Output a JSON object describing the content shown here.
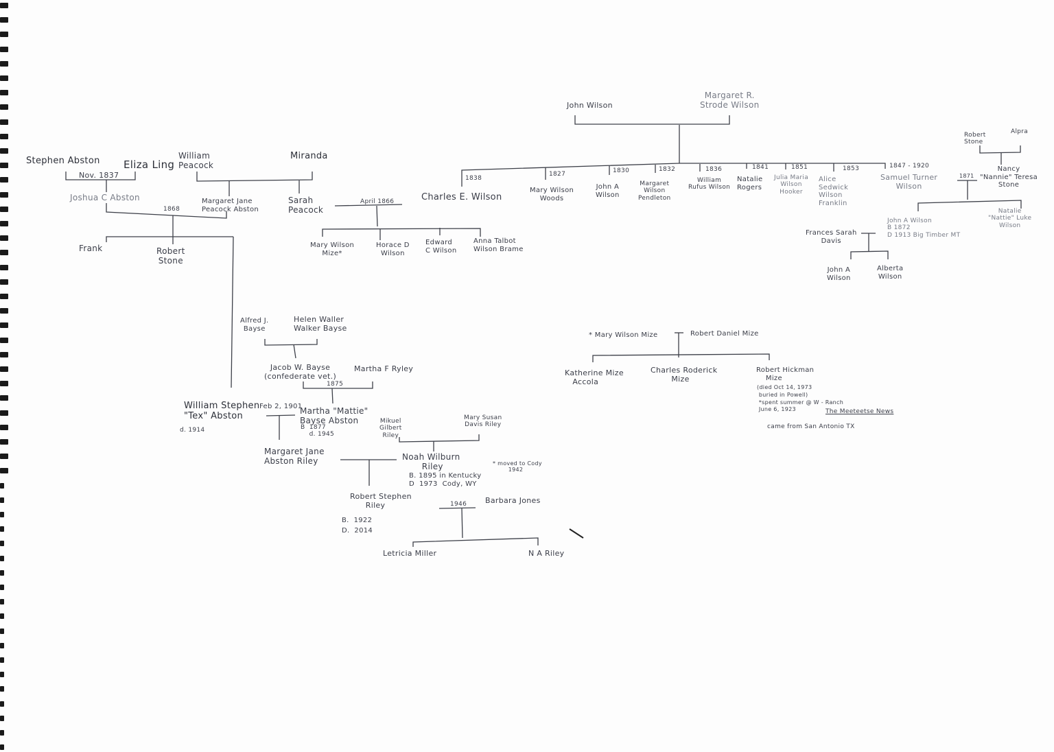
{
  "abston": {
    "stephen": "Stephen Abston",
    "nov": "Nov. 1837",
    "eliza": "Eliza Ling",
    "william_peacock": "William\nPeacock",
    "miranda": "Miranda",
    "joshua": "Joshua C Abston",
    "y1868": "1868",
    "margaret_jane": "Margaret Jane\nPeacock Abston",
    "sarah": "Sarah\nPeacock",
    "frank": "Frank",
    "robert_stone": "Robert\nStone"
  },
  "wilson": {
    "john": "John Wilson",
    "margaret": "Margaret R.\nStrode Wilson",
    "april": "April 1866",
    "charles": "Charles E. Wilson",
    "years": [
      "1838",
      "1827",
      "1830",
      "1832",
      "1836",
      "1841",
      "1851",
      "1853",
      "1847 - 1920"
    ],
    "siblings": [
      "Mary Wilson\nWoods",
      "John A\nWilson",
      "Margaret\nWilson\nPendleton",
      "William\nRufus Wilson",
      "Natalie\nRogers",
      "Julia Maria\nWilson\nHooker",
      "Alice\nSedwick\nWilson\nFranklin",
      "Samuel Turner\nWilson"
    ],
    "children": [
      "Mary Wilson\nMize*",
      "Horace D\nWilson",
      "Edward\nC Wilson",
      "Anna Talbot\nWilson Brame"
    ]
  },
  "stone": {
    "robert": "Robert\nStone",
    "alpra": "Alpra",
    "y1871": "1871",
    "nancy": "Nancy\n\"Nannie\" Teresa\nStone",
    "john_a": "John A Wilson\nB 1872\nD 1913 Big Timber MT",
    "natalie": "Natalie\n\"Nattie\" Luke\nWilson",
    "frances": "Frances Sarah\nDavis",
    "john_a2": "John A\nWilson",
    "alberta": "Alberta\nWilson"
  },
  "bayse": {
    "alfred": "Alfred J.\nBayse",
    "helen": "Helen Waller\nWalker Bayse",
    "jacob": "Jacob W. Bayse\n(confederate vet.)",
    "martha_ryley": "Martha F Ryley",
    "y1875": "1875"
  },
  "riley": {
    "william": "William Stephen\n\"Tex\" Abston",
    "william_d": "d. 1914",
    "feb": "Feb 2, 1901",
    "mattie": "Martha \"Mattie\"\nBayse Abston",
    "mattie_dates": "B  1877\n    d. 1945",
    "mikuel": "Mikuel\nGilbert\nRiley",
    "mary_susan": "Mary Susan\nDavis Riley",
    "margaret": "Margaret Jane\nAbston Riley",
    "noah": "Noah Wilburn\n       Riley",
    "noah_dates": "B. 1895 in Kentucky\nD  1973  Cody, WY",
    "moved": "* moved to Cody\n        1942",
    "robert": "Robert Stephen\n      Riley",
    "robert_dates": "B.  1922\nD.  2014",
    "y1946": "1946",
    "barbara": "Barbara Jones",
    "letricia": "Letricia Miller",
    "na": "N A Riley"
  },
  "mize": {
    "mary": "* Mary Wilson Mize",
    "robert_daniel": "Robert Daniel Mize",
    "katherine": "Katherine Mize\n   Accola",
    "charles": "Charles Roderick\n        Mize",
    "robert_h": "Robert Hickman\n    Mize",
    "notes": "(died Oct 14, 1973\n buried in Powell)\n *spent summer @ W - Ranch\n June 6, 1923",
    "newspaper": "The Meeteetse News",
    "came": "came from San Antonio TX"
  }
}
